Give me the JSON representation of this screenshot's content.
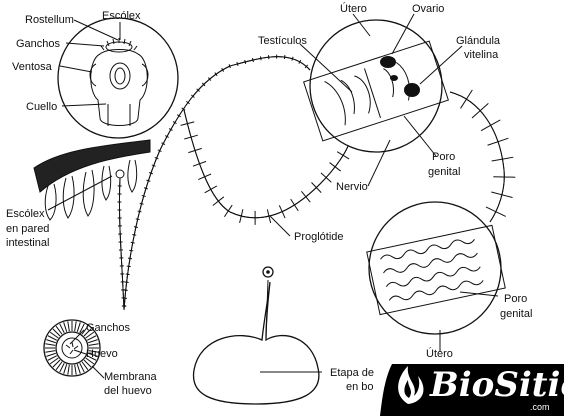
{
  "labels": {
    "rostellum": "Rostellum",
    "escolex_top": "Escólex",
    "ganchos_top": "Ganchos",
    "ventosa": "Ventosa",
    "cuello": "Cuello",
    "utero_top": "Útero",
    "ovario": "Ovario",
    "testiculos": "Testículos",
    "glandula_line1": "Glándula",
    "glandula_line2": "vitelina",
    "poro_line1": "Poro",
    "poro_line2": "genital",
    "nervio": "Nervio",
    "escolex_pared_line1": "Escólex",
    "escolex_pared_line2": "en pared",
    "escolex_pared_line3": "intestinal",
    "proglotide": "Proglótide",
    "poro2_line1": "Poro",
    "poro2_line2": "genital",
    "utero_bottom": "Útero",
    "ganchos_bottom": "Ganchos",
    "huevo": "Huevo",
    "membrana_line1": "Membrana",
    "membrana_line2": "del huevo",
    "etapa_line1": "Etapa de",
    "etapa_line2": "en bo"
  },
  "watermark": {
    "brand": "BioSitio",
    "domain": ".com",
    "brand_color": "#000000",
    "text_color": "#ffffff"
  }
}
